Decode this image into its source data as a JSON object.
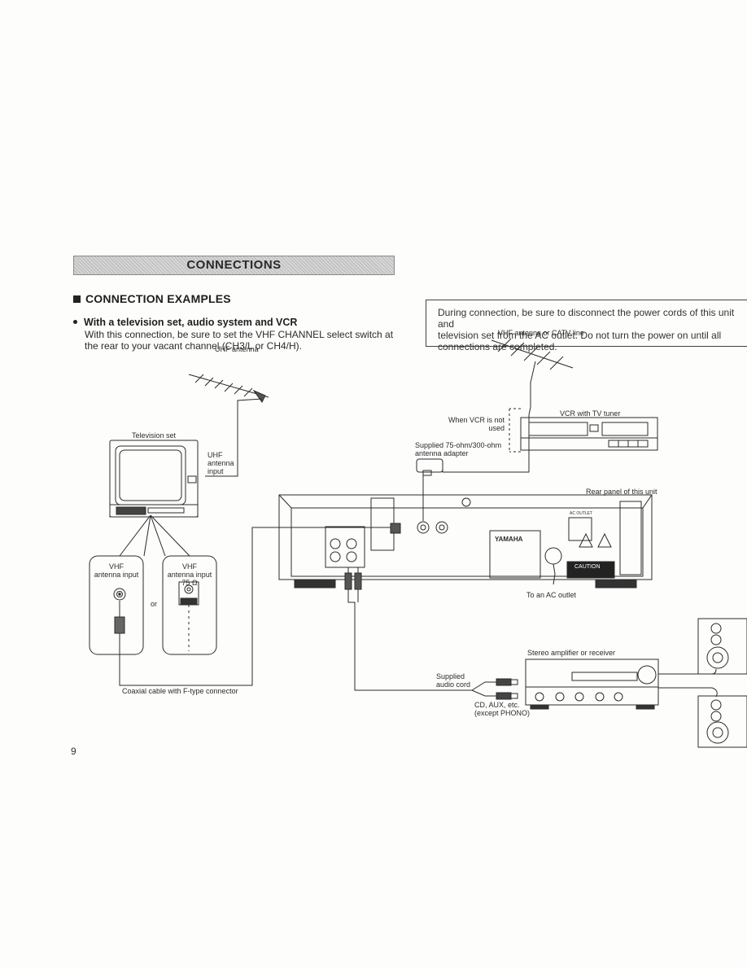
{
  "header": {
    "banner_title": "CONNECTIONS"
  },
  "section": {
    "heading": "CONNECTION EXAMPLES",
    "subheading": "With a television set, audio system and VCR",
    "intro": "With this connection, be sure to set the VHF CHANNEL select switch at the rear to your vacant channel (CH3/L or CH4/H)."
  },
  "warning": {
    "text": "During connection, be sure to disconnect the power cords of this unit and\ntelevision set from the AC outlet. Do not turn the power on until all\nconnections are completed."
  },
  "diagram": {
    "uhf_antenna": "UHF antenna",
    "television_set": "Television set",
    "uhf_antenna_input": "UHF\nantenna\ninput",
    "vhf_input_left": "VHF\nantenna input",
    "vhf_input_right": "VHF\nantenna input\n75 Ω",
    "or": "or",
    "coaxial_cable": "Coaxial cable with F-type connector",
    "vhf_catv": "VHF antenna or CATV line",
    "vcr_with_tuner": "VCR with TV tuner",
    "when_vcr_not_used": "When VCR is not\nused",
    "adapter": "Supplied 75-ohm/300-ohm\nantenna adapter",
    "rear_panel": "Rear panel of this unit",
    "to_ac_outlet": "To an AC outlet",
    "brand": "YAMAHA",
    "caution": "CAUTION",
    "ac_outlet_label": "AC OUTLET",
    "stereo_amp": "Stereo amplifier or receiver",
    "supplied_audio_cord": "Supplied\naudio cord",
    "cd_aux": "CD, AUX, etc.\n(except PHONO)"
  },
  "page_number": "9"
}
